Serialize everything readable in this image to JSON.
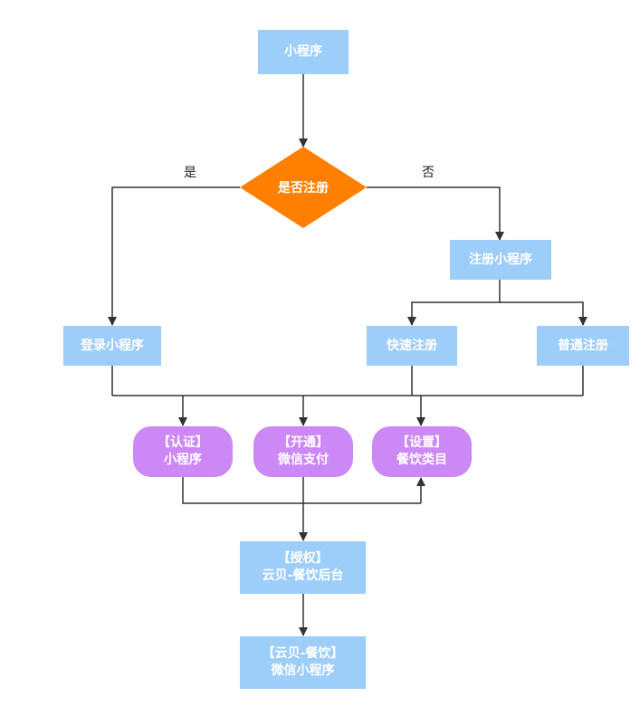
{
  "nodes": {
    "start": "小程序",
    "decision": "是否注册",
    "register": "注册小程序",
    "login": "登录小程序",
    "quick_register": "快速注册",
    "normal_register": "普通注册",
    "certify": {
      "line1": "【认证】",
      "line2": "小程序"
    },
    "open_pay": {
      "line1": "【开通】",
      "line2": "微信支付"
    },
    "set_category": {
      "line1": "【设置】",
      "line2": "餐饮类目"
    },
    "authorize": {
      "line1": "【授权】",
      "line2": "云贝-餐饮后台"
    },
    "final": {
      "line1": "【云贝-餐饮】",
      "line2": "微信小程序"
    }
  },
  "edge_labels": {
    "yes": "是",
    "no": "否"
  },
  "colors": {
    "process": "#9dcdf9",
    "decision": "#ff7f00",
    "action": "#cc88f4",
    "line": "#333333"
  }
}
